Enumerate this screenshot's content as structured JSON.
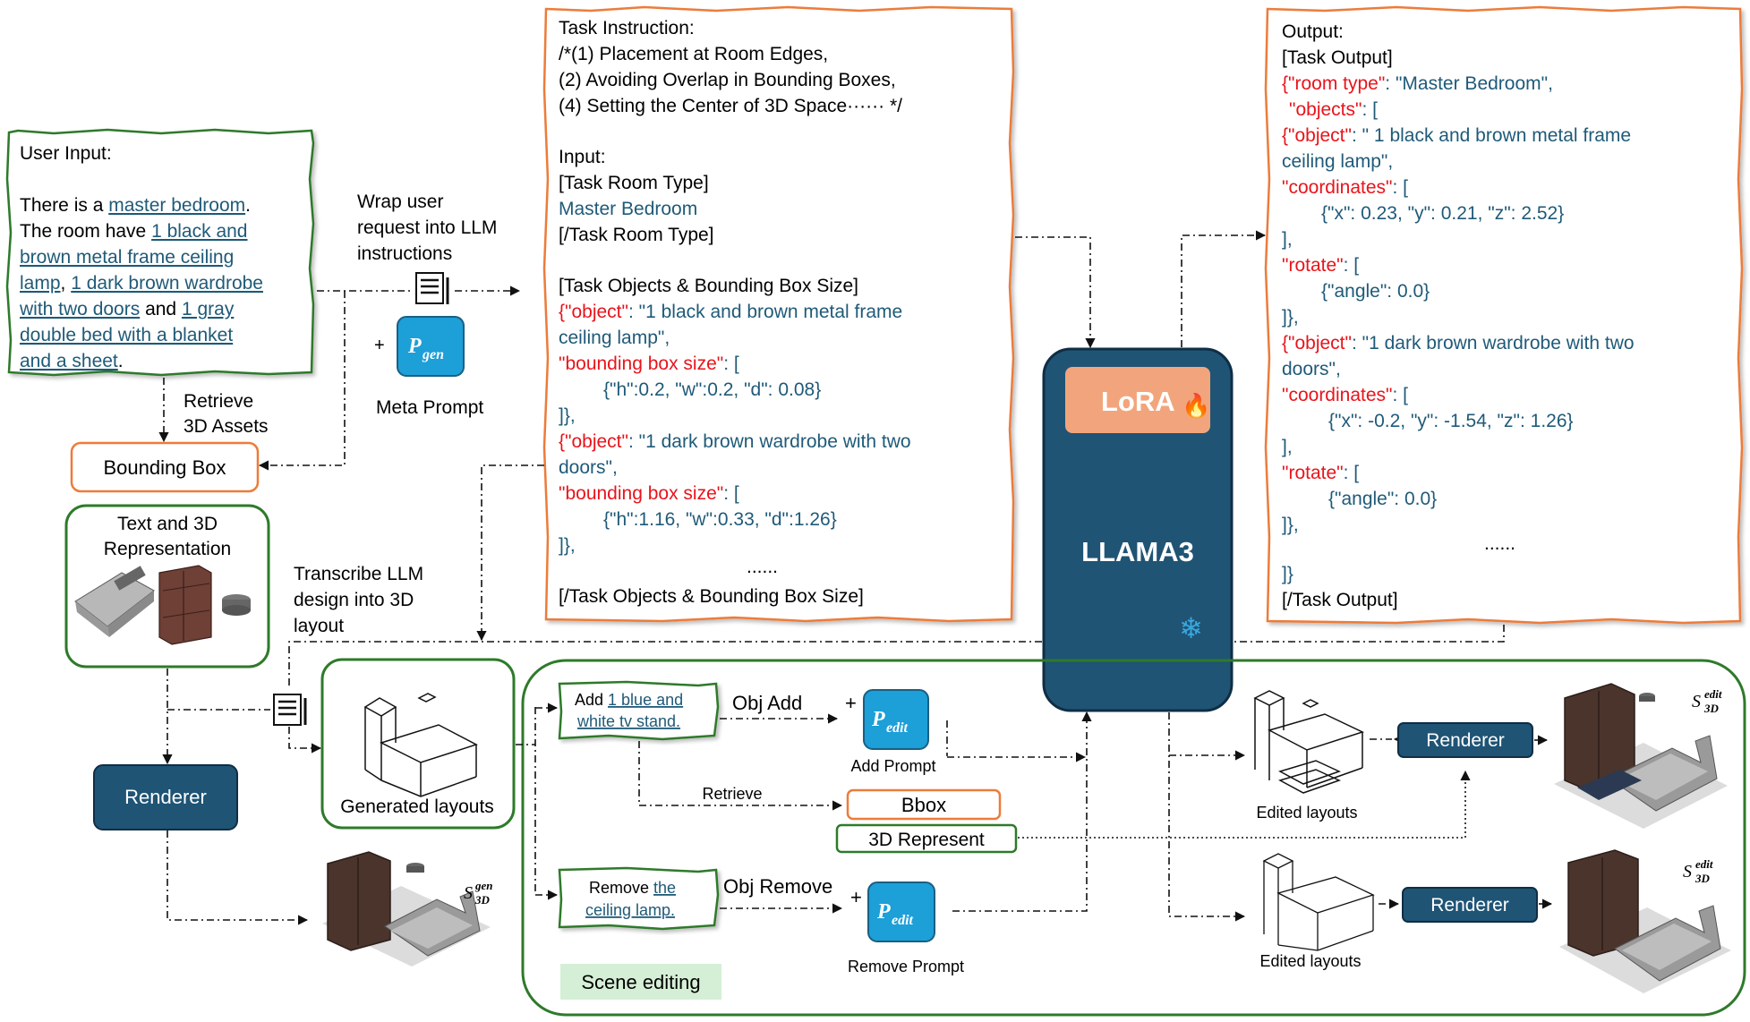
{
  "user_input": {
    "title": "User Input:",
    "l1a": "There is a ",
    "l1b": "master bedroom",
    "l1c": ".",
    "l2a": "The room have ",
    "l2b": "1 black and",
    "l3": "brown metal frame ceiling",
    "l4a": "lamp",
    "l4b": ", ",
    "l4c": "1 dark brown wardrobe",
    "l5a": "with two doors",
    "l5b": " and ",
    "l5c": "1 gray",
    "l6": "double bed with a blanket",
    "l7a": "and a sheet",
    "l7b": "."
  },
  "retrieve_assets": [
    "Retrieve",
    "3D Assets"
  ],
  "bounding_box_label": "Bounding Box",
  "text3d": {
    "title": [
      "Text and 3D",
      "Representation"
    ]
  },
  "wrap_request": [
    "Wrap user",
    "request into LLM",
    "instructions"
  ],
  "p_gen": {
    "symbol": "P",
    "sub": "gen"
  },
  "meta_prompt": "Meta Prompt",
  "plus": "+",
  "transcribe": [
    "Transcribe LLM",
    "design into 3D",
    "layout"
  ],
  "renderer_label": "Renderer",
  "generated_layouts": "Generated layouts",
  "s_gen": {
    "symbol": "S",
    "sub": "3D",
    "sup": "gen"
  },
  "s_edit": {
    "symbol": "S",
    "sub": "3D",
    "sup": "edit"
  },
  "task_instruction": {
    "title": "Task Instruction:",
    "rules": [
      "/*(1) Placement at Room Edges,",
      "(2) Avoiding Overlap in Bounding Boxes,",
      "(4) Setting the Center of 3D Space······ */"
    ],
    "input": "Input:",
    "room_open": "[Task Room Type]",
    "room_value": "Master Bedroom",
    "room_close": "[/Task Room Type]",
    "objects_open": "[Task Objects & Bounding Box Size]",
    "obj1_key": "{\"object\"",
    "obj1_val": ": \"1 black and brown metal frame",
    "obj1_val2": "ceiling lamp\",",
    "bbox_key": "\"bounding box size\"",
    "bbox_open": ": [",
    "bbox1": "{\"h\":0.2, \"w\":0.2, \"d\": 0.08}",
    "close": "]},",
    "obj2_key": "{\"object\"",
    "obj2_val": ": \"1 dark brown wardrobe with two",
    "obj2_val2": "doors\",",
    "bbox2": "{\"h\":1.16, \"w\":0.33, \"d\":1.26}",
    "ellipsis": "......",
    "objects_close": "[/Task Objects & Bounding Box Size]"
  },
  "llama": {
    "lora": "LoRA",
    "name": "LLAMA3",
    "fire": "🔥",
    "snow": "❄"
  },
  "output": {
    "title": "Output:",
    "open": "[Task Output]",
    "room_key": "{\"room type\"",
    "room_val": ": \"Master Bedroom\",",
    "objects_key": "\"objects\"",
    "objects_val": ": [",
    "obj1_key": "{\"object\"",
    "obj1_val": ": \" 1 black and brown metal frame",
    "obj1_val2": "ceiling lamp\",",
    "coord_key": "\"coordinates\"",
    "coord_open": ": [",
    "coord1": "{\"x\": 0.23, \"y\": 0.21, \"z\": 2.52}",
    "bracket_close": "],",
    "rotate_key": "\"rotate\"",
    "rotate_open": ": [",
    "angle": "{\"angle\": 0.0}",
    "obj_close": "]},",
    "obj2_key": "{\"object\"",
    "obj2_val": ": \"1 dark brown wardrobe with two",
    "obj2_val2": "doors\",",
    "coord2": "{\"x\": -0.2, \"y\": -1.54, \"z\": 1.26}",
    "ellipsis": "......",
    "end": "]}",
    "close": "[/Task Output]"
  },
  "scene_editing": {
    "label": "Scene editing",
    "add_box": {
      "a": "Add ",
      "b": "1 blue and",
      "c": "white tv stand."
    },
    "obj_add": "Obj Add",
    "p_edit": {
      "symbol": "P",
      "sub": "edit"
    },
    "add_prompt": "Add Prompt",
    "retrieve": "Retrieve",
    "bbox": "Bbox",
    "represent": "3D Represent",
    "remove_box": {
      "a": "Remove ",
      "b": "the",
      "c": "ceiling lamp."
    },
    "obj_remove": "Obj Remove",
    "remove_prompt": "Remove Prompt",
    "edited_layouts": "Edited layouts"
  },
  "colors": {
    "orange": "#ec7c3a",
    "green": "#2e7a2a",
    "navy": "#1f5475",
    "cyan": "#1d9fd8",
    "lora": "#f2a57c",
    "red": "#e8141b",
    "teal": "#1f5a78"
  }
}
